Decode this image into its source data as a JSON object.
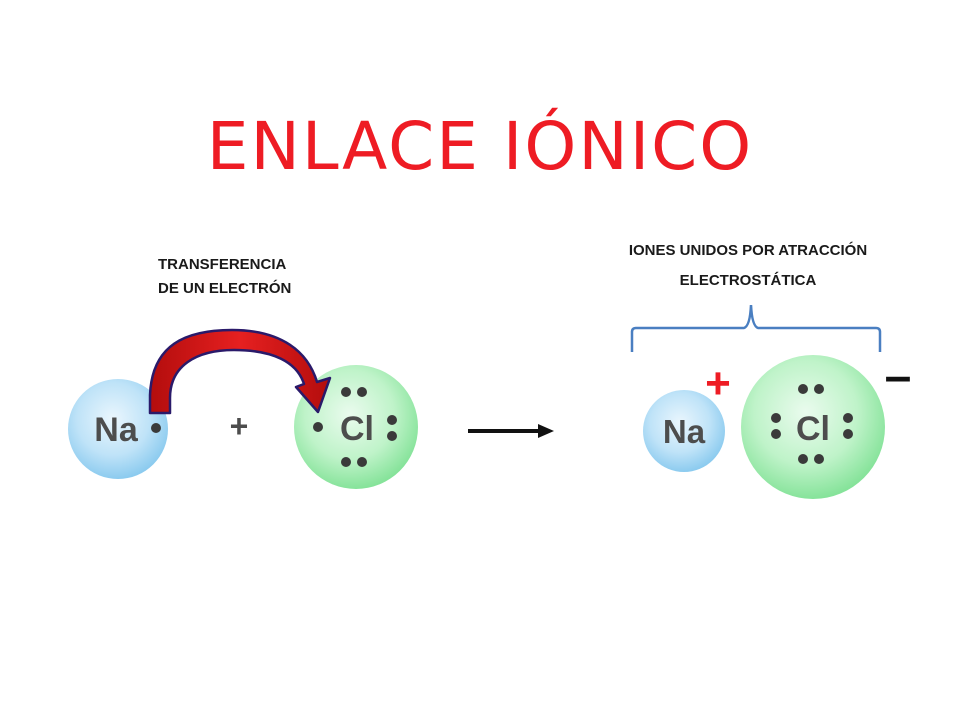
{
  "title": "ENLACE IÓNICO",
  "left_caption": {
    "line1": "TRANSFERENCIA",
    "line2": "DE UN ELECTRÓN"
  },
  "right_caption": {
    "line1": "IONES UNIDOS POR ATRACCIÓN",
    "line2": "ELECTROSTÁTICA"
  },
  "reactants": {
    "sodium": "Na",
    "plus": "+",
    "chlorine": "Cl"
  },
  "products": {
    "sodium_ion": "Na",
    "sodium_charge": "+",
    "chloride_ion": "Cl",
    "chloride_charge": "–"
  },
  "colors": {
    "title": "#ee1c24",
    "sodium_fill": "#a8d8f4",
    "chlorine_fill": "#a5eeb3",
    "transfer_arrow": "#cc1111",
    "bracket": "#4a7fc1",
    "positive_charge": "#ee1c24"
  }
}
